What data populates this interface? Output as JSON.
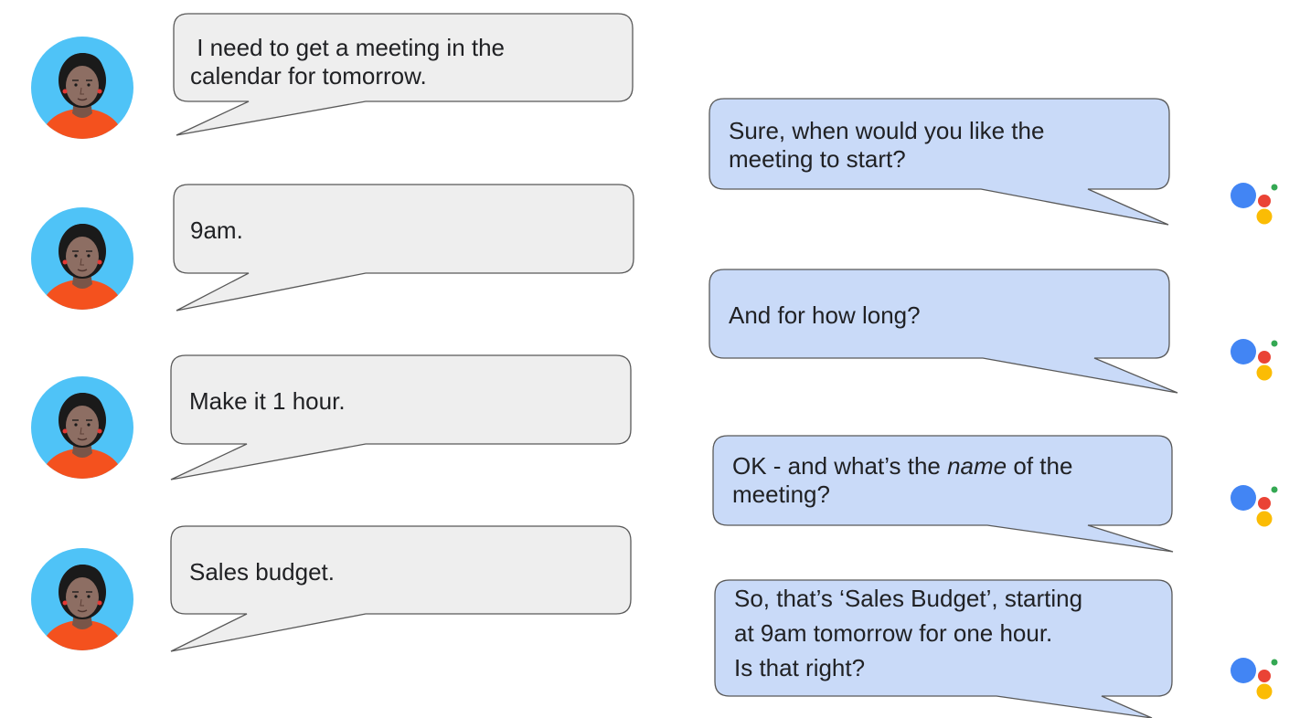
{
  "conversation": {
    "user_messages": [
      {
        "lines": [
          " I need to get a meeting in the",
          "calendar for tomorrow."
        ]
      },
      {
        "lines": [
          "9am."
        ]
      },
      {
        "lines": [
          "Make it 1 hour."
        ]
      },
      {
        "lines": [
          "Sales budget."
        ]
      }
    ],
    "assistant_messages": [
      {
        "lines": [
          "Sure, when would you like the",
          "meeting to start?"
        ]
      },
      {
        "lines": [
          "And for how long?"
        ]
      },
      {
        "lines_rich": [
          [
            {
              "t": "OK - and what’s the "
            },
            {
              "t": "name",
              "em": true
            },
            {
              "t": " of the"
            }
          ],
          [
            {
              "t": "meeting?"
            }
          ]
        ]
      },
      {
        "lines": [
          "So, that’s ‘Sales Budget’, starting",
          "at 9am tomorrow for one hour.",
          "Is that right?"
        ]
      }
    ]
  },
  "colors": {
    "user_bubble_fill": "#eeeeee",
    "assistant_bubble_fill": "#c9daf8",
    "bubble_stroke": "#595959",
    "avatar_bg": "#4fc3f7",
    "skin": "#8d6e63",
    "hair": "#1a1a1a",
    "shirt": "#f4511e",
    "assistant_blue": "#4285f4",
    "assistant_red": "#ea4335",
    "assistant_yellow": "#fbbc04",
    "assistant_green": "#34a853"
  },
  "icons": {
    "user_avatar": "person-avatar-icon",
    "assistant_logo": "google-assistant-icon"
  }
}
